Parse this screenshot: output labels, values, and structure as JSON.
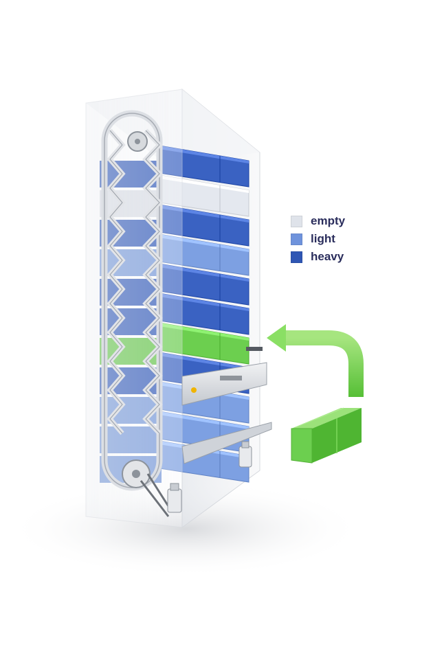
{
  "legend": {
    "items": [
      {
        "key": "empty",
        "label": "empty",
        "color": "#dfe3ea"
      },
      {
        "key": "light",
        "label": "light",
        "color": "#6f93dc"
      },
      {
        "key": "heavy",
        "label": "heavy",
        "color": "#2f56b4"
      }
    ]
  },
  "colors": {
    "tray_heavy": "#3a62c2",
    "tray_light": "#7da0e2",
    "tray_empty": "#e4e8ef",
    "tray_incoming": "#6ccf4f",
    "arrow": "#7ed957",
    "frame": "#cfd3da"
  },
  "trays": [
    {
      "row": 1,
      "fill": "heavy"
    },
    {
      "row": 2,
      "fill": "empty"
    },
    {
      "row": 3,
      "fill": "heavy"
    },
    {
      "row": 4,
      "fill": "light"
    },
    {
      "row": 5,
      "fill": "heavy"
    },
    {
      "row": 6,
      "fill": "heavy"
    },
    {
      "row": 7,
      "fill": "incoming"
    },
    {
      "row": 8,
      "fill": "heavy"
    },
    {
      "row": 9,
      "fill": "light"
    },
    {
      "row": 10,
      "fill": "light"
    },
    {
      "row": 11,
      "fill": "light"
    }
  ]
}
